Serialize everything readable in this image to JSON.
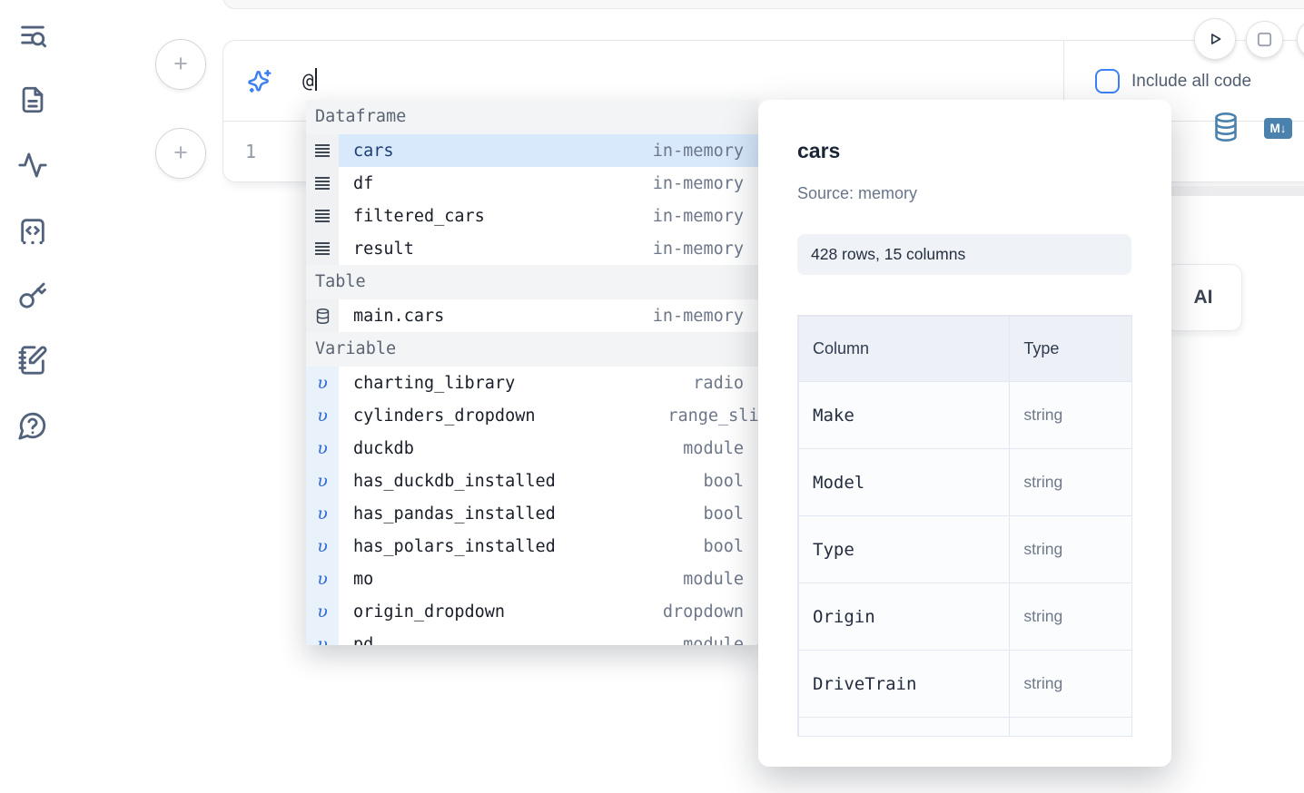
{
  "colors": {
    "accent_blue": "#3b82f6",
    "icon_blue": "#3b7ff0",
    "steel_blue": "#4a81ad",
    "selected_row_bg": "#d8e9fc",
    "sidebar_icon": "#52627c"
  },
  "sidebar": {
    "icons": [
      "list-search-icon",
      "file-document-icon",
      "activity-icon",
      "code-snippets-icon",
      "key-icon",
      "scratchpad-icon",
      "help-icon"
    ]
  },
  "ai_cell": {
    "prompt_value": "@",
    "include_all_code_label": "Include all code",
    "line_number": "1",
    "add_cell_label": "+"
  },
  "run_controls": {
    "run_button": "play-icon",
    "stop_button": "stop-icon"
  },
  "ai_button": {
    "label": "AI"
  },
  "autocomplete": {
    "sections": [
      {
        "label": "Dataframe",
        "kind": "dataframe",
        "items": [
          {
            "name": "cars",
            "type": "in-memory",
            "selected": true
          },
          {
            "name": "df",
            "type": "in-memory"
          },
          {
            "name": "filtered_cars",
            "type": "in-memory"
          },
          {
            "name": "result",
            "type": "in-memory"
          }
        ]
      },
      {
        "label": "Table",
        "kind": "table",
        "items": [
          {
            "name": "main.cars",
            "type": "in-memory"
          }
        ]
      },
      {
        "label": "Variable",
        "kind": "variable",
        "items": [
          {
            "name": "charting_library",
            "type": "radio"
          },
          {
            "name": "cylinders_dropdown",
            "type": "range_slider",
            "clipped": true
          },
          {
            "name": "duckdb",
            "type": "module"
          },
          {
            "name": "has_duckdb_installed",
            "type": "bool"
          },
          {
            "name": "has_pandas_installed",
            "type": "bool"
          },
          {
            "name": "has_polars_installed",
            "type": "bool"
          },
          {
            "name": "mo",
            "type": "module"
          },
          {
            "name": "origin_dropdown",
            "type": "dropdown"
          },
          {
            "name": "pd",
            "type": "module",
            "partial": true
          }
        ]
      }
    ]
  },
  "preview_panel": {
    "title": "cars",
    "source": "Source: memory",
    "shape_badge": "428 rows, 15 columns",
    "table": {
      "headers": [
        "Column",
        "Type"
      ],
      "rows": [
        {
          "column": "Make",
          "type": "string"
        },
        {
          "column": "Model",
          "type": "string"
        },
        {
          "column": "Type",
          "type": "string"
        },
        {
          "column": "Origin",
          "type": "string"
        },
        {
          "column": "DriveTrain",
          "type": "string"
        }
      ]
    }
  }
}
